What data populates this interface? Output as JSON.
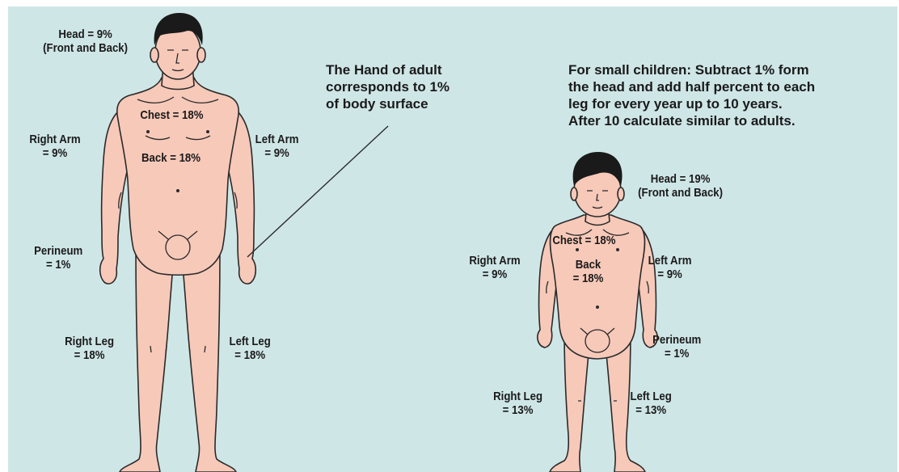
{
  "adult": {
    "head": [
      "Head = 9%",
      "(Front and Back)"
    ],
    "chest": "Chest = 18%",
    "back": "Back = 18%",
    "right_arm": [
      "Right Arm",
      "= 9%"
    ],
    "left_arm": [
      "Left Arm",
      "= 9%"
    ],
    "perineum": [
      "Perineum",
      "= 1%"
    ],
    "right_leg": [
      "Right Leg",
      "= 18%"
    ],
    "left_leg": [
      "Left Leg",
      "= 18%"
    ]
  },
  "hand_note": [
    "The Hand of adult",
    "corresponds to 1%",
    "of body surface"
  ],
  "child_note": [
    "For small children: Subtract 1% form",
    "the head and add half percent to each",
    "leg for every year up to 10 years.",
    "After 10 calculate similar to adults."
  ],
  "child": {
    "head": [
      "Head = 19%",
      "(Front and Back)"
    ],
    "chest": "Chest = 18%",
    "back": [
      "Back",
      "= 18%"
    ],
    "right_arm": [
      "Right Arm",
      "= 9%"
    ],
    "left_arm": [
      "Left Arm",
      "= 9%"
    ],
    "perineum": [
      "Perineum",
      "= 1%"
    ],
    "right_leg": [
      "Right Leg",
      "= 13%"
    ],
    "left_leg": [
      "Left Leg",
      "= 13%"
    ]
  },
  "colors": {
    "background": "#cfe6e7",
    "skin": "#f7c9b9",
    "outline": "#2a2a2a",
    "hair": "#1a1a1a"
  }
}
